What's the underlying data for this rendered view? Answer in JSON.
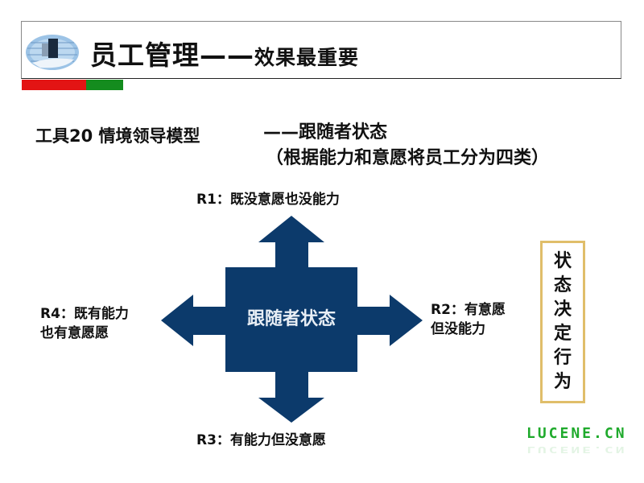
{
  "header": {
    "title_main": "员工管理——",
    "title_sub": "效果最重要",
    "logo_icon": "handshake-globe-logo-icon",
    "accent_colors": {
      "red": "#e31414",
      "green": "#148c1e"
    }
  },
  "section": {
    "tool_title": "工具20  情境领导模型",
    "follower_title": "——跟随者状态",
    "follower_desc": "（根据能力和意愿将员工分为四类）"
  },
  "diagram": {
    "center_label": "跟随者状态",
    "fill_color": "#0c3a6b",
    "r1": "R1：既没意愿也没能力",
    "r2_line1": "R2：有意愿",
    "r2_line2": "但没能力",
    "r3": "R3：有能力但没意愿",
    "r4_line1": "R4：既有能力",
    "r4_line2": "也有意愿愿"
  },
  "side_box": {
    "chars": [
      "状",
      "态",
      "决",
      "定",
      "行",
      "为"
    ],
    "border_color": "#e0be6a"
  },
  "watermark": {
    "text": "LUCENE.CN"
  }
}
